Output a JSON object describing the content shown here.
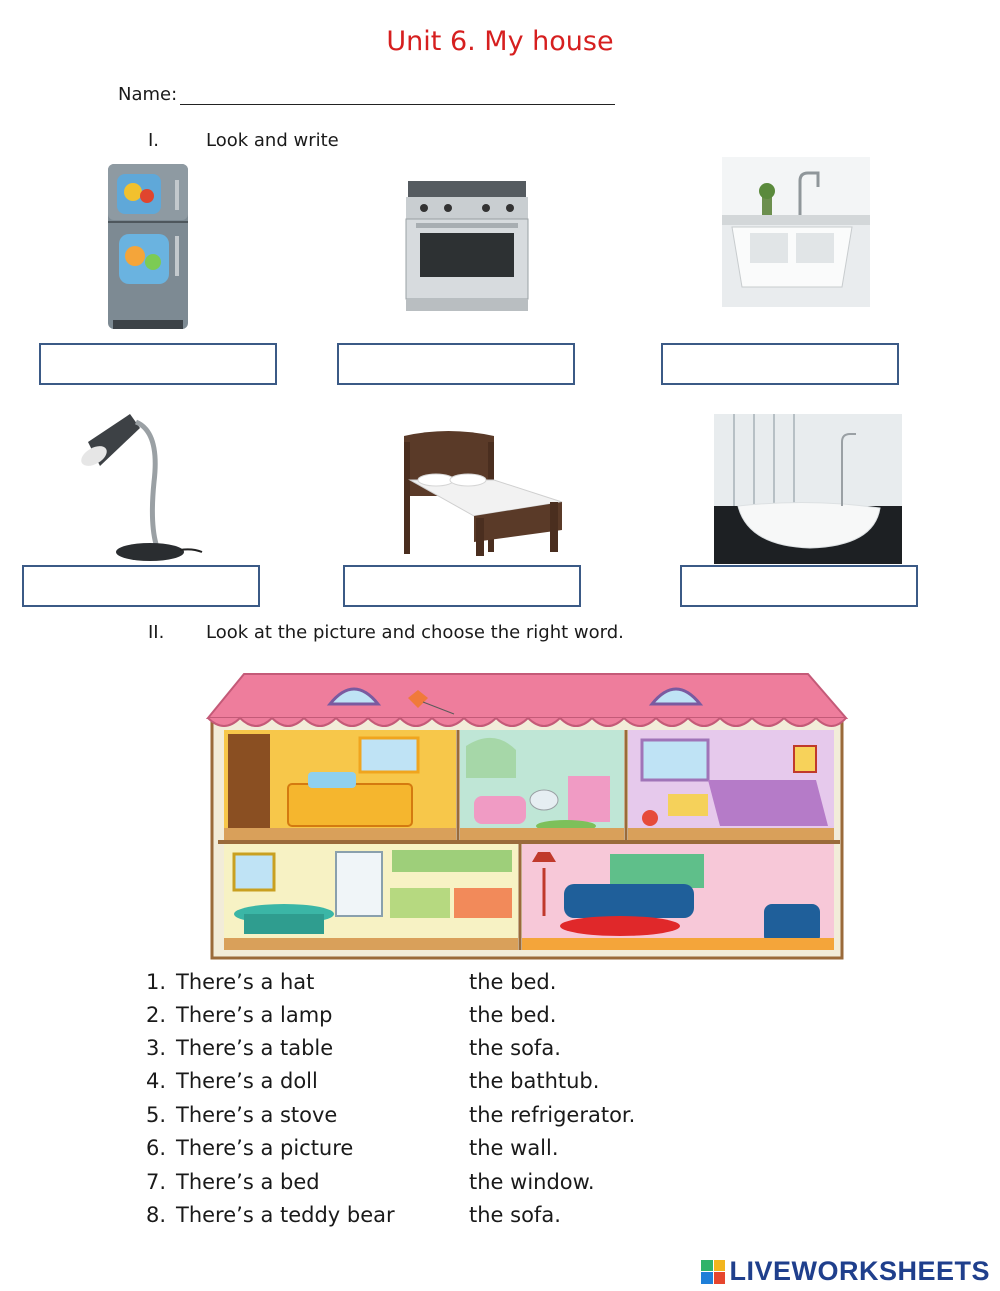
{
  "title": "Unit 6. My house",
  "name_label": "Name:",
  "section1": {
    "number": "I.",
    "instruction": "Look and write"
  },
  "section2": {
    "number": "II.",
    "instruction": "Look at the picture and choose the right word."
  },
  "sentences": [
    {
      "num": "1.",
      "start": "There’s a hat",
      "end": "the bed."
    },
    {
      "num": "2.",
      "start": "There’s a lamp",
      "end": "the bed."
    },
    {
      "num": "3.",
      "start": "There’s a table",
      "end": "the sofa."
    },
    {
      "num": "4.",
      "start": "There’s a doll",
      "end": "the bathtub."
    },
    {
      "num": "5.",
      "start": "There’s a stove",
      "end": "the refrigerator."
    },
    {
      "num": "6.",
      "start": "There’s a picture",
      "end": "the wall."
    },
    {
      "num": "7.",
      "start": "There’s a bed",
      "end": "the window."
    },
    {
      "num": "8.",
      "start": "There’s a teddy bear",
      "end": "the sofa."
    }
  ],
  "logo_text": "LIVEWORKSHEETS",
  "colors": {
    "title": "#d61f1f",
    "box_border": "#3b5a86",
    "logo": "#1f3f8c"
  }
}
